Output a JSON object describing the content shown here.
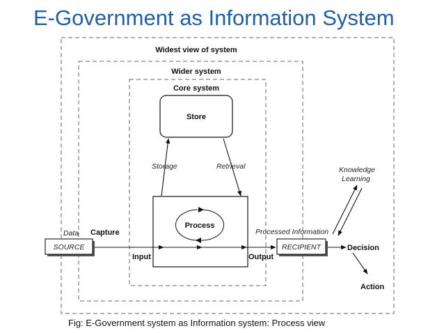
{
  "title": "E-Government as Information System",
  "caption": "Fig: E-Government system as Information system: Process view",
  "boundaries": {
    "widest": "Widest view of system",
    "wider": "Wider system",
    "core": "Core system"
  },
  "nodes": {
    "store": "Store",
    "process": "Process",
    "source": "SOURCE",
    "recipient": "RECIPIENT"
  },
  "labels": {
    "storage": "Storage",
    "retrieval": "Retrieval",
    "data": "Data",
    "capture": "Capture",
    "input": "Input",
    "output": "Output",
    "processed_information": "Processed Information",
    "knowledge": "Knowledge",
    "learning": "Learning",
    "decision": "Decision",
    "action": "Action"
  },
  "colors": {
    "title": "#1f5fa8",
    "line": "#111111",
    "dashed": "#666666"
  }
}
